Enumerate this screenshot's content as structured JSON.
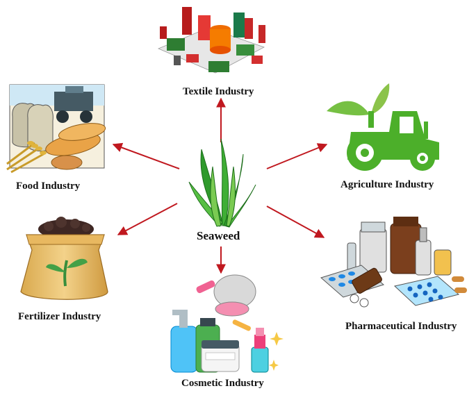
{
  "center": {
    "label": "Seaweed",
    "icon": "seaweed-icon"
  },
  "industries": [
    {
      "label": "Textile Industry",
      "icon": "textile-machinery-icon"
    },
    {
      "label": "Agriculture Industry",
      "icon": "tractor-icon"
    },
    {
      "label": "Pharmaceutical Industry",
      "icon": "medicine-bottles-icon"
    },
    {
      "label": "Cosmetic Industry",
      "icon": "cosmetics-icon"
    },
    {
      "label": "Fertilizer Industry",
      "icon": "fertilizer-sack-icon"
    },
    {
      "label": "Food Industry",
      "icon": "bread-and-grain-icon"
    }
  ],
  "colors": {
    "arrow": "#c0181f",
    "seaweed": "#2f9a2c",
    "tractor": "#4caf2a"
  }
}
